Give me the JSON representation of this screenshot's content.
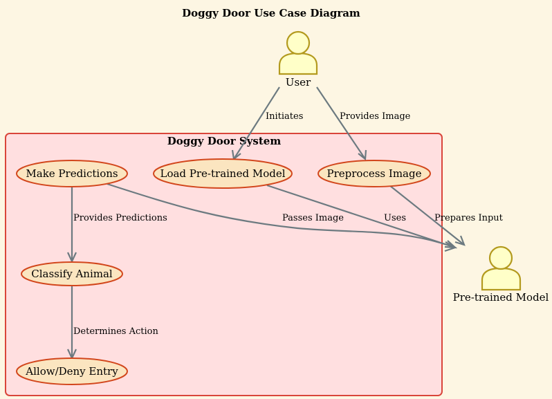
{
  "title": "Doggy Door Use Case Diagram",
  "system": {
    "label": "Doggy Door System"
  },
  "actors": {
    "user": {
      "label": "User"
    },
    "model": {
      "label": "Pre-trained Model"
    }
  },
  "use_cases": {
    "make_predictions": "Make Predictions",
    "load_model": "Load Pre-trained Model",
    "preprocess_image": "Preprocess Image",
    "classify_animal": "Classify Animal",
    "allow_deny": "Allow/Deny Entry"
  },
  "edges": {
    "initiates": "Initiates",
    "provides_image": "Provides Image",
    "provides_predictions": "Provides Predictions",
    "passes_image": "Passes Image",
    "uses": "Uses",
    "prepares_input": "Prepares Input",
    "determines_action": "Determines Action"
  },
  "colors": {
    "background": "#fdf6e3",
    "system_fill": "#ffdfe0",
    "system_border": "#d9453a",
    "usecase_fill": "#fbe5c0",
    "usecase_border": "#d2461c",
    "edge": "#6c7a80",
    "actor_fill": "#ffffc8",
    "actor_border": "#b39a1e"
  }
}
